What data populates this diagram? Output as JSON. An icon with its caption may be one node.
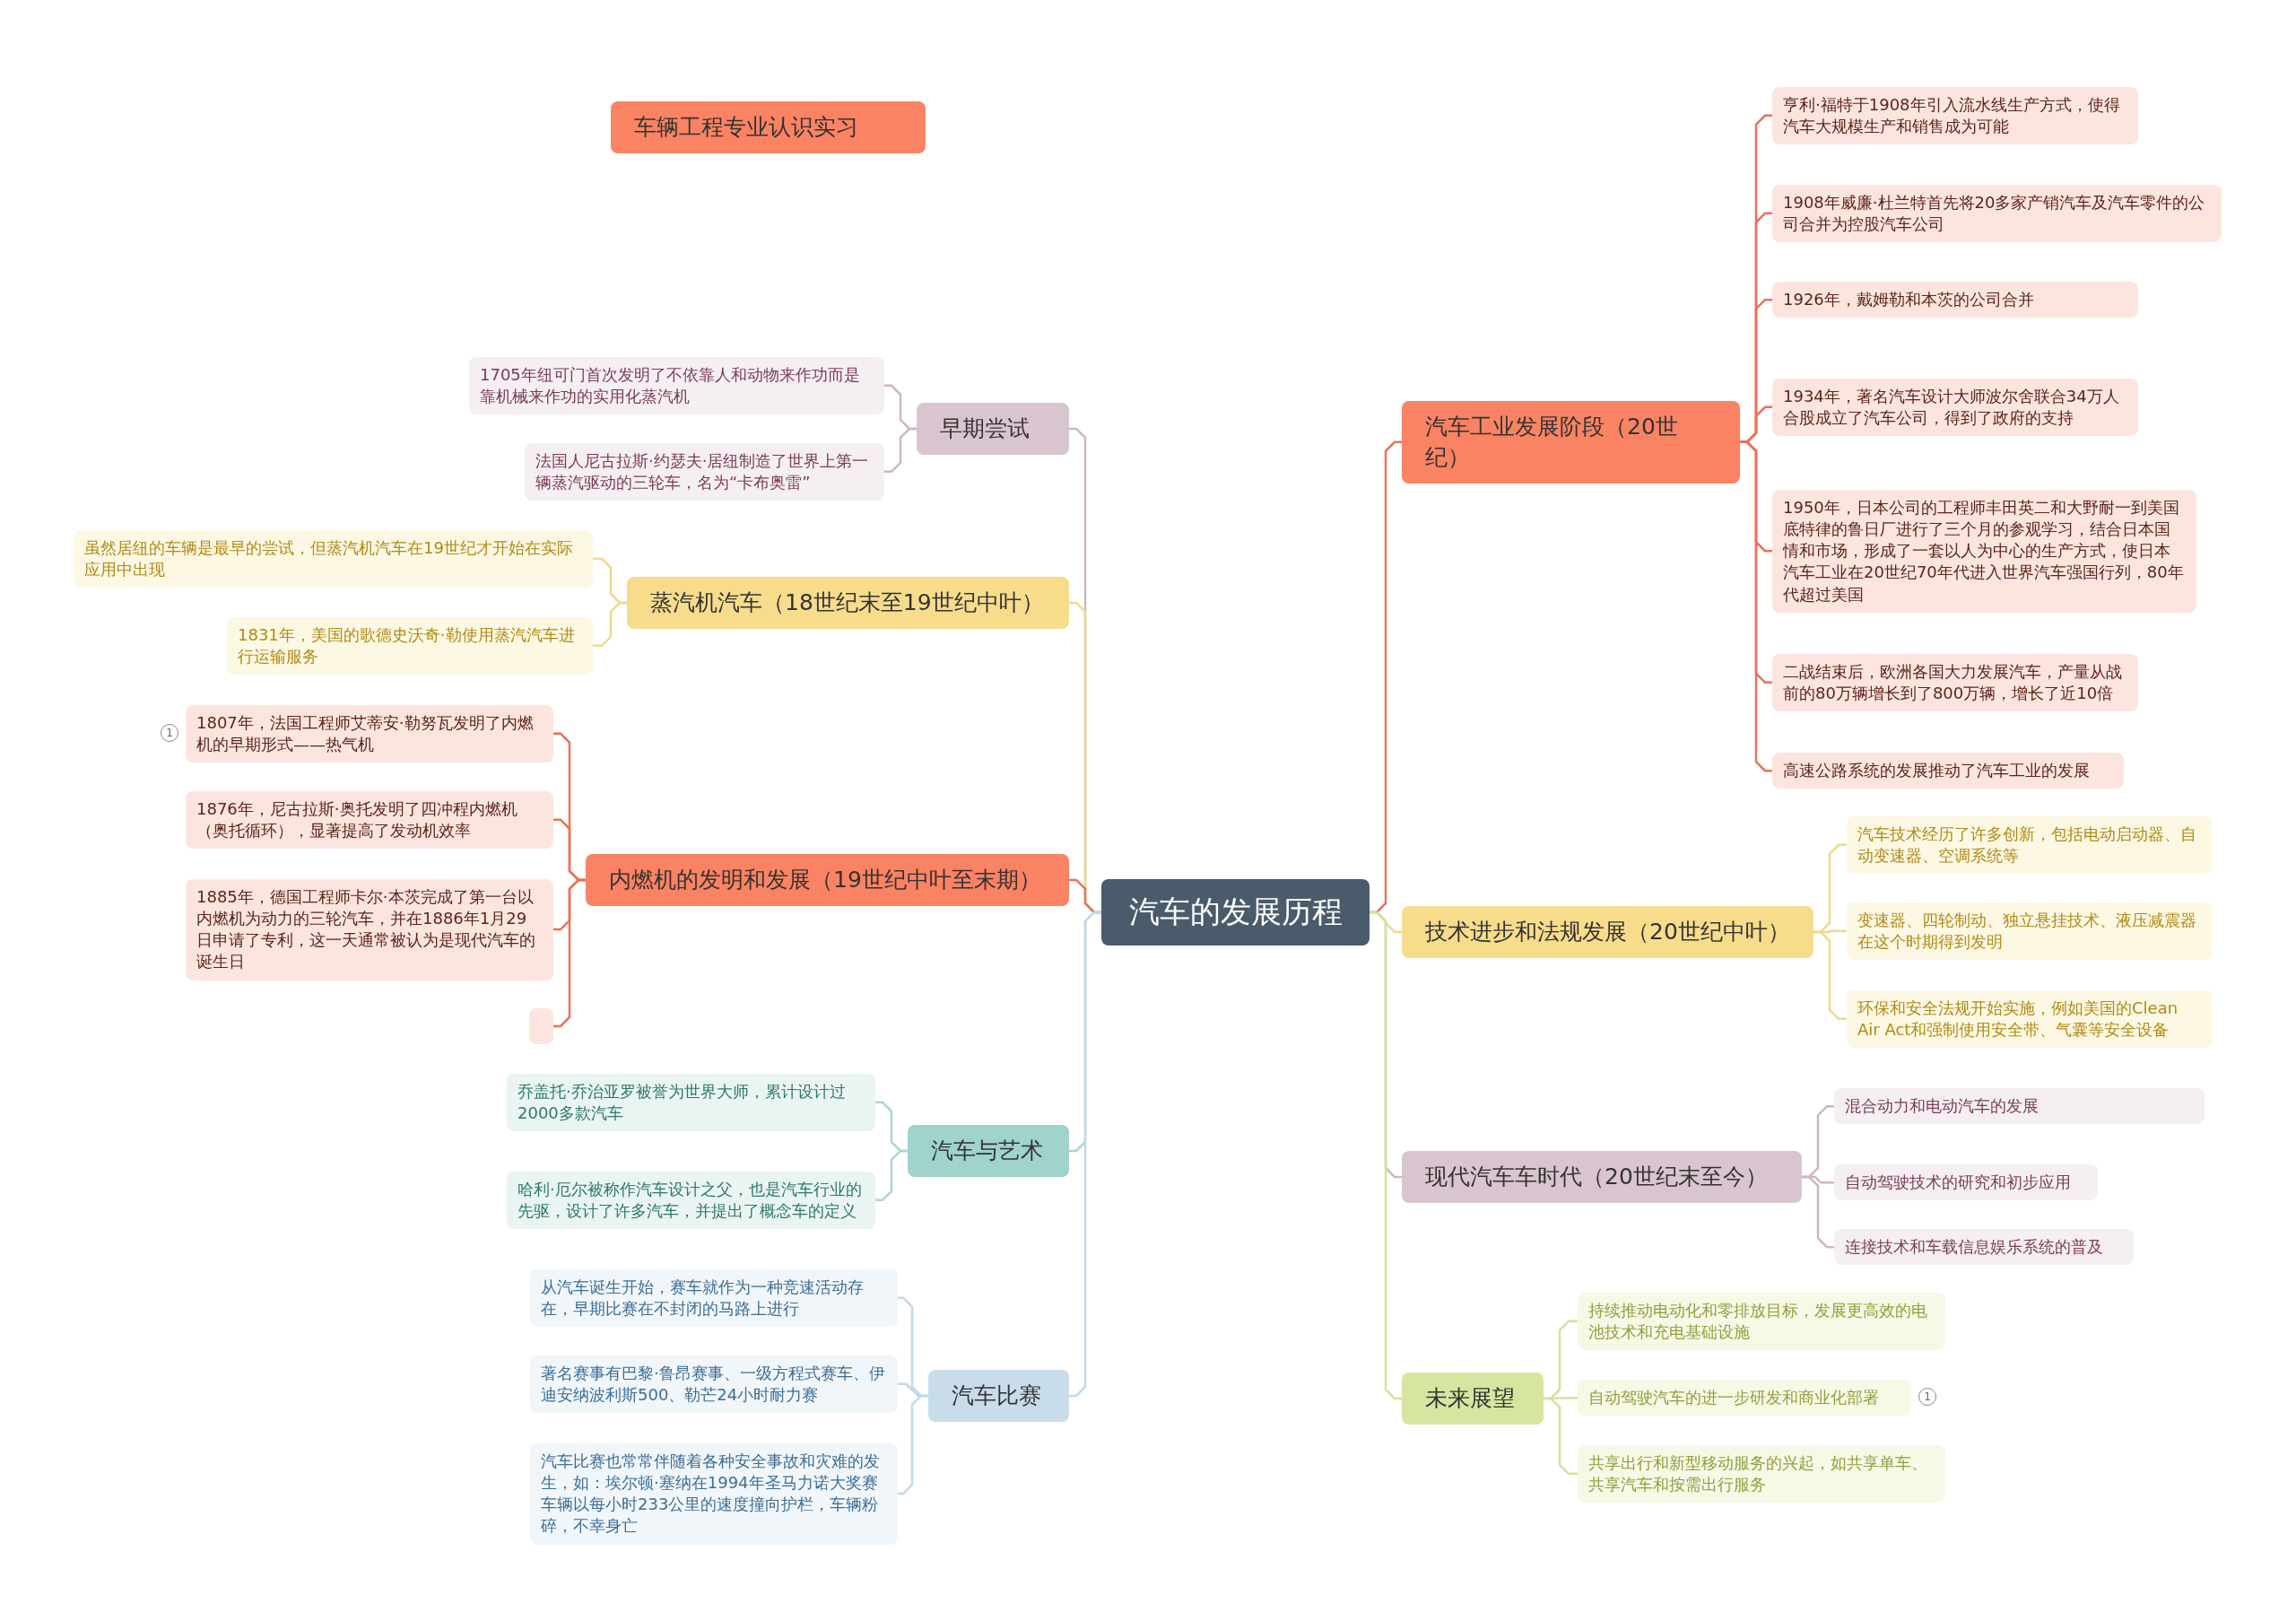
{
  "diagram": {
    "nodes": [
      {
        "text": [
          "车辆工程专业认识实习"
        ]
      },
      {
        "text": [
          "汽车的发展历程"
        ]
      },
      {
        "text": [
          "早期尝试"
        ]
      },
      {
        "text": [
          "1705年纽可门首次发明了不依靠人和动物来作功而是靠机械来作功的实用化蒸汽机"
        ]
      },
      {
        "text": [
          "法国人尼古拉斯·约瑟夫·居纽制造了世界上第一辆蒸汽驱动的三轮车，名为“卡布奥雷”"
        ]
      },
      {
        "text": [
          "蒸汽机汽车（18世纪末至19世纪中叶）"
        ]
      },
      {
        "text": [
          "虽然居纽的车辆是最早的尝试，但蒸汽机汽车在19世纪才开始在实际应用中出现"
        ]
      },
      {
        "text": [
          "1831年，美国的歌德史沃奇·勒使用蒸汽汽车进行运输服务"
        ]
      },
      {
        "text": [
          "内燃机的发明和发展（19世纪中叶至末期）"
        ]
      },
      {
        "text": [
          "1807年，法国工程师艾蒂安·勒努瓦发明了内燃机的早期形式——热气机"
        ],
        "beside": [
          "1"
        ]
      },
      {
        "text": [
          "1876年，尼古拉斯·奥托发明了四冲程内燃机（奥托循环），显著提高了发动机效率"
        ]
      },
      {
        "text": [
          "1885年，德国工程师卡尔·本茨完成了第一台以内燃机为动力的三轮汽车，并在1886年1月29日申请了专利，这一天通常被认为是现代汽车的诞生日"
        ]
      },
      {
        "text": [],
        "shape": "box"
      },
      {
        "text": [
          "汽车与艺术"
        ]
      },
      {
        "text": [
          "乔盖托·乔治亚罗被誉为世界大师，累计设计过2000多款汽车"
        ]
      },
      {
        "text": [
          "哈利·厄尔被称作汽车设计之父，也是汽车行业的先驱，设计了许多汽车，并提出了概念车的定义"
        ]
      },
      {
        "text": [
          "汽车比赛"
        ]
      },
      {
        "text": [
          "从汽车诞生开始，赛车就作为一种竞速活动存在，早期比赛在不封闭的马路上进行"
        ]
      },
      {
        "text": [
          "著名赛事有巴黎·鲁昂赛事、一级方程式赛车、伊迪安纳波利斯500、勒芒24小时耐力赛"
        ]
      },
      {
        "text": [
          "汽车比赛也常常伴随着各种安全事故和灾难的发生，如：埃尔顿·塞纳在1994年圣马力诺大奖赛车辆以每小时233公里的速度撞向护栏，车辆粉碎，不幸身亡"
        ]
      },
      {
        "text": [
          "汽车工业发展阶段（20世纪）"
        ]
      },
      {
        "text": [
          "亨利·福特于1908年引入流水线生产方式，使得汽车大规模生产和销售成为可能"
        ]
      },
      {
        "text": [
          "1908年威廉·杜兰特首先将20多家产销汽车及汽车零件的公司合并为控股汽车公司"
        ]
      },
      {
        "text": [
          "1926年，戴姆勒和本茨的公司合并"
        ]
      },
      {
        "text": [
          "1934年，著名汽车设计大师波尔舍联合34万人合股成立了汽车公司，得到了政府的支持"
        ]
      },
      {
        "text": [
          "1950年，日本公司的工程师丰田英二和大野耐一到美国底特律的鲁日厂进行了三个月的参观学习，结合日本国情和市场，形成了一套以人为中心的生产方式，使日本汽车工业在20世纪70年代进入世界汽车强国行列，80年代超过美国"
        ]
      },
      {
        "text": [
          "二战结束后，欧洲各国大力发展汽车，产量从战前的80万辆增长到了800万辆，增长了近10倍"
        ]
      },
      {
        "text": [
          "高速公路系统的发展推动了汽车工业的发展"
        ]
      },
      {
        "text": [
          "技术进步和法规发展（20世纪中叶）"
        ]
      },
      {
        "text": [
          "汽车技术经历了许多创新，包括电动启动器、自动变速器、空调系统等"
        ]
      },
      {
        "text": [
          "变速器、四轮制动、独立悬挂技术、液压减震器在这个时期得到发明"
        ]
      },
      {
        "text": [
          "环保和安全法规开始实施，例如美国的Clean Air Act和强制使用安全带、气囊等安全设备"
        ]
      },
      {
        "text": [
          "现代汽车车时代（20世纪末至今）"
        ]
      },
      {
        "text": [
          "混合动力和电动汽车的发展"
        ]
      },
      {
        "text": [
          "自动驾驶技术的研究和初步应用"
        ]
      },
      {
        "text": [
          "连接技术和车载信息娱乐系统的普及"
        ]
      },
      {
        "text": [
          "未来展望"
        ]
      },
      {
        "text": [
          "持续推动电动化和零排放目标，发展更高效的电池技术和充电基础设施"
        ]
      },
      {
        "text": [
          "自动驾驶汽车的进一步研发和商业化部署"
        ],
        "beside": [
          "1"
        ]
      },
      {
        "text": [
          "共享出行和新型移动服务的兴起，如共享单车、共享汽车和按需出行服务"
        ]
      }
    ],
    "edges": [
      {
        "from": 1,
        "to": 2,
        "arrow": "none",
        "color": "#cdb6c2"
      },
      {
        "from": 2,
        "to": 3,
        "arrow": "none",
        "color": "#cdb6c2"
      },
      {
        "from": 2,
        "to": 4,
        "arrow": "none",
        "color": "#cdb6c2"
      },
      {
        "from": 1,
        "to": 5,
        "arrow": "none",
        "color": "#f0d98a"
      },
      {
        "from": 5,
        "to": 6,
        "arrow": "none",
        "color": "#f0d98a"
      },
      {
        "from": 5,
        "to": 7,
        "arrow": "none",
        "color": "#f0d98a"
      },
      {
        "from": 1,
        "to": 8,
        "arrow": "none",
        "color": "#e8735a"
      },
      {
        "from": 8,
        "to": 9,
        "arrow": "none",
        "color": "#e8735a"
      },
      {
        "from": 8,
        "to": 10,
        "arrow": "none",
        "color": "#e8735a"
      },
      {
        "from": 8,
        "to": 11,
        "arrow": "none",
        "color": "#e8735a"
      },
      {
        "from": 8,
        "to": 12,
        "arrow": "none",
        "color": "#e8735a"
      },
      {
        "from": 1,
        "to": 13,
        "arrow": "none",
        "color": "#a9d6cf"
      },
      {
        "from": 13,
        "to": 14,
        "arrow": "none",
        "color": "#a9d6cf"
      },
      {
        "from": 13,
        "to": 15,
        "arrow": "none",
        "color": "#a9d6cf"
      },
      {
        "from": 1,
        "to": 16,
        "arrow": "none",
        "color": "#c3d8e8"
      },
      {
        "from": 16,
        "to": 17,
        "arrow": "none",
        "color": "#c3d8e8"
      },
      {
        "from": 16,
        "to": 18,
        "arrow": "none",
        "color": "#c3d8e8"
      },
      {
        "from": 16,
        "to": 19,
        "arrow": "none",
        "color": "#c3d8e8"
      },
      {
        "from": 1,
        "to": 20,
        "arrow": "none",
        "color": "#e8735a"
      },
      {
        "from": 20,
        "to": 21,
        "arrow": "none",
        "color": "#e8735a"
      },
      {
        "from": 20,
        "to": 22,
        "arrow": "none",
        "color": "#e8735a"
      },
      {
        "from": 20,
        "to": 23,
        "arrow": "none",
        "color": "#e8735a"
      },
      {
        "from": 20,
        "to": 24,
        "arrow": "none",
        "color": "#e8735a"
      },
      {
        "from": 20,
        "to": 25,
        "arrow": "none",
        "color": "#e8735a"
      },
      {
        "from": 20,
        "to": 26,
        "arrow": "none",
        "color": "#e8735a"
      },
      {
        "from": 20,
        "to": 27,
        "arrow": "none",
        "color": "#e8735a"
      },
      {
        "from": 1,
        "to": 28,
        "arrow": "none",
        "color": "#f0d98a"
      },
      {
        "from": 28,
        "to": 29,
        "arrow": "none",
        "color": "#f0d98a"
      },
      {
        "from": 28,
        "to": 30,
        "arrow": "none",
        "color": "#f0d98a"
      },
      {
        "from": 28,
        "to": 31,
        "arrow": "none",
        "color": "#f0d98a"
      },
      {
        "from": 1,
        "to": 32,
        "arrow": "none",
        "color": "#cdb6c2"
      },
      {
        "from": 32,
        "to": 33,
        "arrow": "none",
        "color": "#cdb6c2"
      },
      {
        "from": 32,
        "to": 34,
        "arrow": "none",
        "color": "#cdb6c2"
      },
      {
        "from": 32,
        "to": 35,
        "arrow": "none",
        "color": "#cdb6c2"
      },
      {
        "from": 1,
        "to": 36,
        "arrow": "none",
        "color": "#d3e39a"
      },
      {
        "from": 36,
        "to": 37,
        "arrow": "none",
        "color": "#d3e39a"
      },
      {
        "from": 36,
        "to": 38,
        "arrow": "none",
        "color": "#d3e39a"
      },
      {
        "from": 36,
        "to": 39,
        "arrow": "none",
        "color": "#d3e39a"
      }
    ]
  }
}
